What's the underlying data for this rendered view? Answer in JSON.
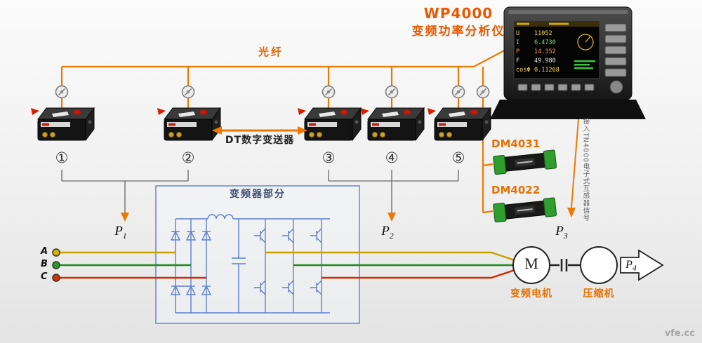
{
  "header": {
    "model": "WP4000",
    "name": "变频功率分析仪"
  },
  "labels": {
    "fiber": "光纤",
    "dt_transmitter": "DT数字变送器",
    "dm4031": "DM4031",
    "dm4022": "DM4022",
    "inverter_section": "变频器部分",
    "motor": "变频电机",
    "motor_symbol": "M",
    "compressor": "压缩机",
    "side_note": "接入TN4000电子式互感器信号",
    "watermark": "vfe.cc"
  },
  "transducer_numbers": [
    "①",
    "②",
    "③",
    "④",
    "⑤"
  ],
  "phase_labels": [
    "A",
    "B",
    "C"
  ],
  "power_labels": [
    {
      "base": "P",
      "sub": "1"
    },
    {
      "base": "P",
      "sub": "2"
    },
    {
      "base": "P",
      "sub": "3"
    },
    {
      "base": "P",
      "sub": "4"
    }
  ],
  "analyzer_screen": {
    "lines": [
      {
        "label": "U",
        "value": "11052"
      },
      {
        "label": "I",
        "value": "6.4730"
      },
      {
        "label": "P",
        "value": "14.352"
      },
      {
        "label": "F",
        "value": "49.980"
      },
      {
        "label": "cosΦ",
        "value": "0.11268"
      }
    ]
  },
  "colors": {
    "accent_orange": "#f07800",
    "title_orange": "#e85800",
    "phase_a": "#c8a000",
    "phase_b": "#1e8a1e",
    "phase_c": "#d42a00",
    "circuit_blue": "#5b7fd0"
  }
}
